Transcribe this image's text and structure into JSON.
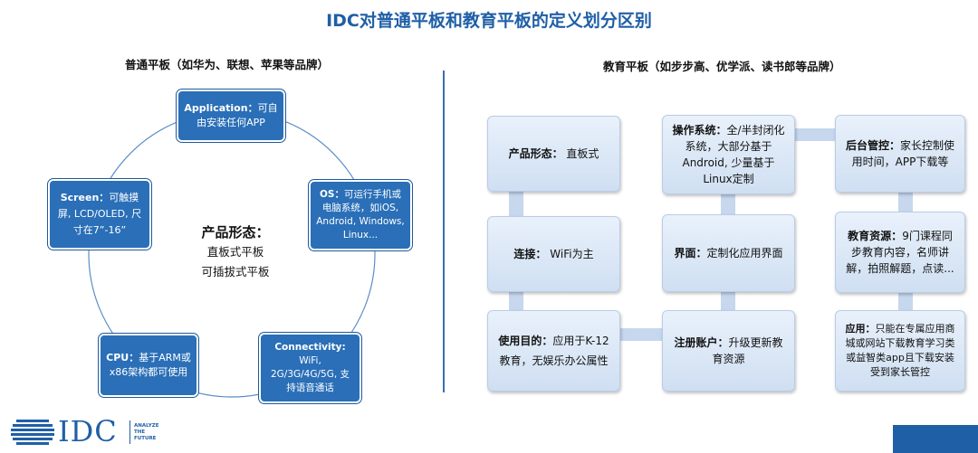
{
  "title": "IDC对普通平板和教育平板的定义划分区别",
  "left": {
    "subtitle": "普通平板（如华为、联想、苹果等品牌）",
    "center_title": "产品形态：",
    "center_lines": [
      "直板式平板",
      "可插拔式平板"
    ],
    "nodes": {
      "application": {
        "label": "Application：",
        "text": "可自由安装任何APP"
      },
      "os": {
        "label": "OS：",
        "text": "可运行手机或电脑系统，如iOS, Android, Windows, Linux..."
      },
      "connectivity": {
        "label": "Connectivity:",
        "text": "WiFi, 2G/3G/4G/5G, 支持语音通话"
      },
      "cpu": {
        "label": "CPU：",
        "text": "基于ARM或x86架构都可使用"
      },
      "screen": {
        "label": "Screen：",
        "text": "可触摸屏, LCD/OLED, 尺寸在7”-16”"
      }
    }
  },
  "right": {
    "subtitle": "教育平板（如步步高、优学派、读书郎等品牌）",
    "cards": {
      "form": {
        "label": "产品形态：",
        "text": "直板式"
      },
      "connect": {
        "label": "连接：",
        "text": "WiFi为主"
      },
      "purpose": {
        "label": "使用目的：",
        "text": "应用于K-12教育，无娱乐办公属性"
      },
      "os": {
        "label": "操作系统：",
        "text": "全/半封闭化系统，大部分基于Android, 少量基于Linux定制"
      },
      "ui": {
        "label": "界面：",
        "text": "定制化应用界面"
      },
      "account": {
        "label": "注册账户：",
        "text": "升级更新教育资源"
      },
      "parent": {
        "label": "后台管控：",
        "text": "家长控制使用时间，APP下载等"
      },
      "resource": {
        "label": "教育资源：",
        "text": "9门课程同步教育内容，名师讲解，拍照解题，点读..."
      },
      "app": {
        "label": "应用：",
        "text": "只能在专属应用商城或网站下载教育学习类或益智类app且下载安装受到家长管控"
      }
    }
  },
  "footer": {
    "logo_text": "IDC",
    "tagline": [
      "ANALYZE",
      "THE",
      "FUTURE"
    ]
  },
  "colors": {
    "title": "#1f5fa6",
    "node": "#2a6fb7",
    "card": "#d9e6f5",
    "divider": "#3a6fb0"
  }
}
